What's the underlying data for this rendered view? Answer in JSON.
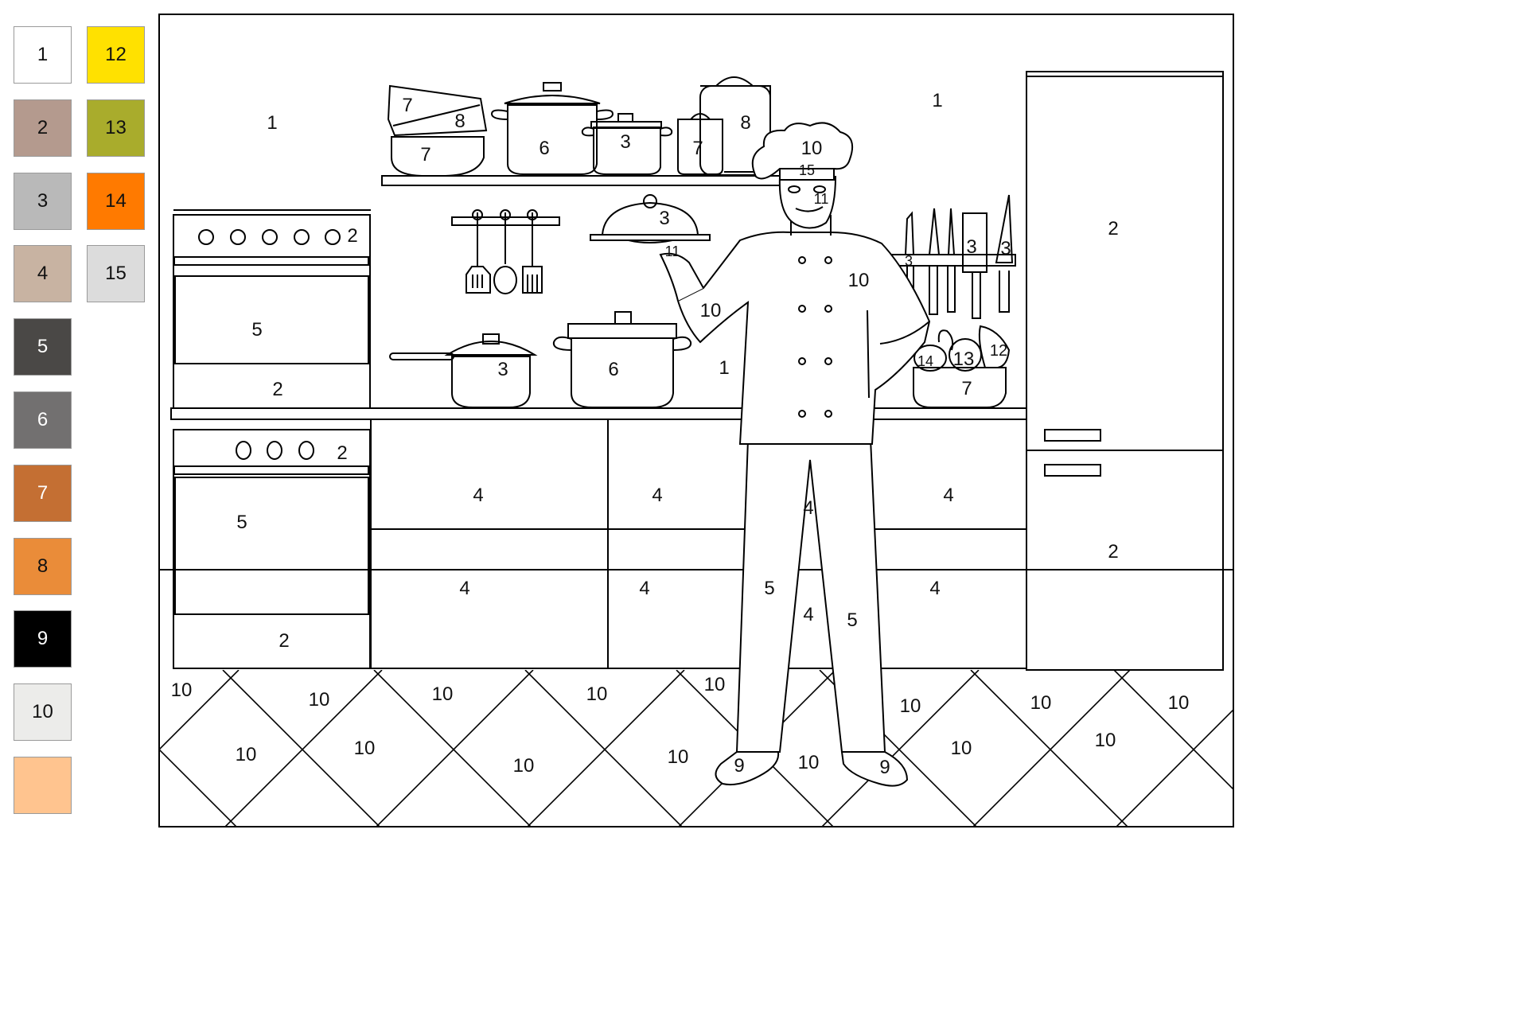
{
  "palette": [
    {
      "label": "1",
      "color": "#ffffff",
      "text_color": "#111111"
    },
    {
      "label": "2",
      "color": "#b49a8e",
      "text_color": "#111111"
    },
    {
      "label": "3",
      "color": "#b9b9b9",
      "text_color": "#111111"
    },
    {
      "label": "4",
      "color": "#c8b3a2",
      "text_color": "#111111"
    },
    {
      "label": "5",
      "color": "#4a4846",
      "text_color": "#ffffff"
    },
    {
      "label": "6",
      "color": "#727070",
      "text_color": "#ffffff"
    },
    {
      "label": "7",
      "color": "#c46f33",
      "text_color": "#ffffff"
    },
    {
      "label": "8",
      "color": "#ea8c39",
      "text_color": "#111111"
    },
    {
      "label": "9",
      "color": "#000000",
      "text_color": "#ffffff"
    },
    {
      "label": "10",
      "color": "#ececea",
      "text_color": "#111111"
    },
    {
      "label": "",
      "color": "#ffc48f",
      "text_color": "#111111"
    },
    {
      "label": "12",
      "color": "#ffe100",
      "text_color": "#111111"
    },
    {
      "label": "13",
      "color": "#a9ac2c",
      "text_color": "#111111"
    },
    {
      "label": "14",
      "color": "#ff7a00",
      "text_color": "#111111"
    },
    {
      "label": "15",
      "color": "#dcdcdc",
      "text_color": "#111111"
    }
  ],
  "regions": [
    {
      "n": "1"
    },
    {
      "n": "1"
    },
    {
      "n": "1"
    },
    {
      "n": "7"
    },
    {
      "n": "8"
    },
    {
      "n": "7"
    },
    {
      "n": "6"
    },
    {
      "n": "3"
    },
    {
      "n": "7"
    },
    {
      "n": "8"
    },
    {
      "n": "10"
    },
    {
      "n": "15"
    },
    {
      "n": "11"
    },
    {
      "n": "3"
    },
    {
      "n": "11"
    },
    {
      "n": "10"
    },
    {
      "n": "10"
    },
    {
      "n": "2"
    },
    {
      "n": "5"
    },
    {
      "n": "2"
    },
    {
      "n": "3"
    },
    {
      "n": "6"
    },
    {
      "n": "3"
    },
    {
      "n": "3"
    },
    {
      "n": "3"
    },
    {
      "n": "14"
    },
    {
      "n": "13"
    },
    {
      "n": "12"
    },
    {
      "n": "7"
    },
    {
      "n": "2"
    },
    {
      "n": "2"
    },
    {
      "n": "2"
    },
    {
      "n": "5"
    },
    {
      "n": "2"
    },
    {
      "n": "4"
    },
    {
      "n": "4"
    },
    {
      "n": "4"
    },
    {
      "n": "4"
    },
    {
      "n": "4"
    },
    {
      "n": "4"
    },
    {
      "n": "4"
    },
    {
      "n": "4"
    },
    {
      "n": "5"
    },
    {
      "n": "5"
    },
    {
      "n": "9"
    },
    {
      "n": "9"
    },
    {
      "n": "10"
    },
    {
      "n": "10"
    },
    {
      "n": "10"
    },
    {
      "n": "10"
    },
    {
      "n": "10"
    },
    {
      "n": "10"
    },
    {
      "n": "10"
    },
    {
      "n": "10"
    },
    {
      "n": "10"
    },
    {
      "n": "10"
    },
    {
      "n": "10"
    },
    {
      "n": "10"
    },
    {
      "n": "10"
    },
    {
      "n": "10"
    },
    {
      "n": "10"
    },
    {
      "n": "10"
    },
    {
      "n": "10"
    }
  ]
}
